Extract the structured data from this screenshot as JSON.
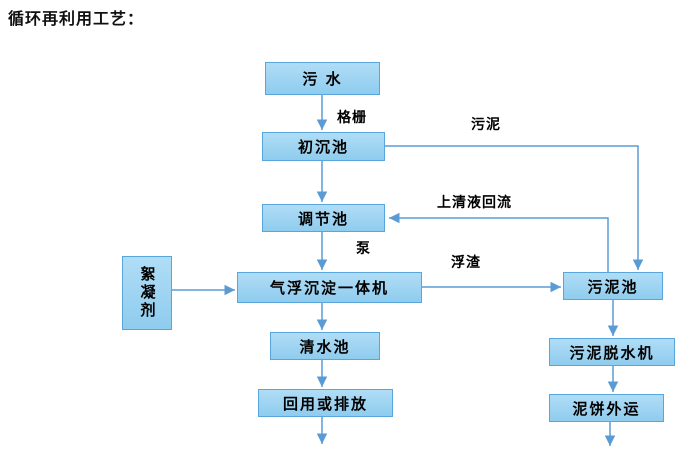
{
  "title": "循环再利用工艺：",
  "colors": {
    "box_fill": "#9CD4F2",
    "box_border": "#58A6DC",
    "arrow": "#5B9BD5",
    "text": "#000000"
  },
  "nodes": {
    "sewage": "污 水",
    "primary_sedimentation_tank": "初沉池",
    "regulating_tank": "调节池",
    "flocculant": "絮凝剂",
    "air_flotation_unit": "气浮沉淀一体机",
    "clean_water_tank": "清水池",
    "reuse_or_discharge": "回用或排放",
    "sludge_tank": "污泥池",
    "sludge_dewatering_machine": "污泥脱水机",
    "mud_cake_transport": "泥饼外运"
  },
  "edge_labels": {
    "screen": "格栅",
    "sludge": "污泥",
    "supernatant_return": "上清液回流",
    "pump": "泵",
    "scum": "浮渣"
  }
}
